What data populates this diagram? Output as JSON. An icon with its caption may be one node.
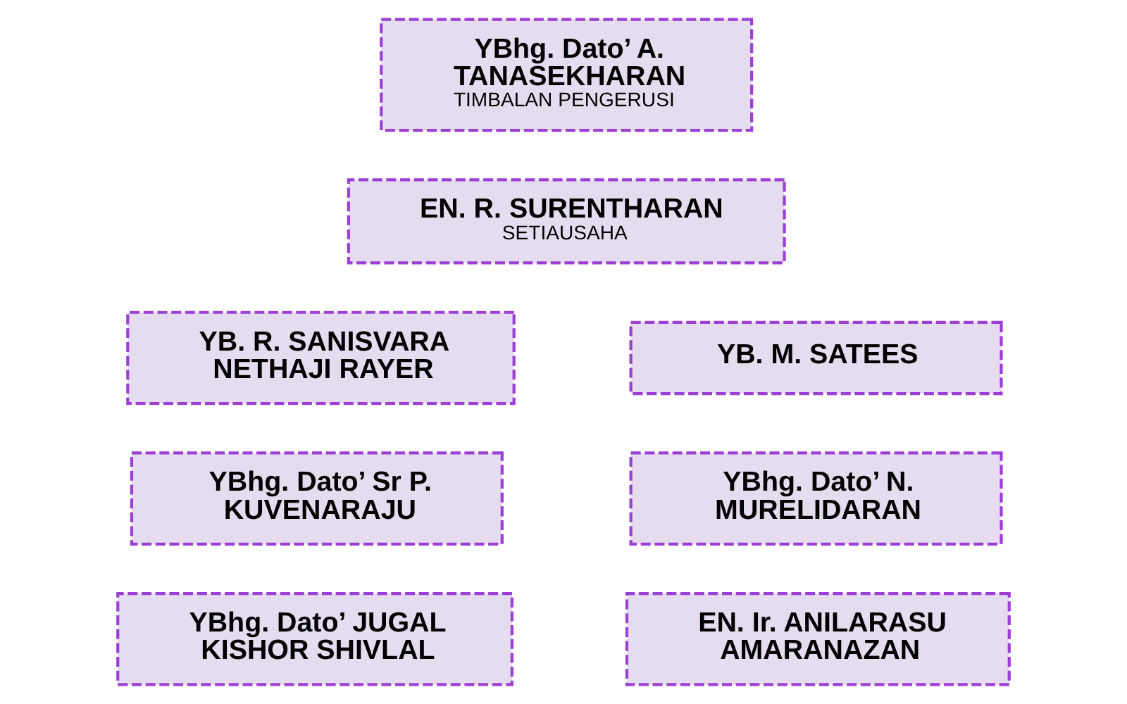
{
  "diagram": {
    "nodes": [
      {
        "text": [
          "YBhg. Dato’ A. TANASEKHARAN",
          "TIMBALAN PENGERUSI"
        ]
      },
      {
        "text": [
          "EN. R. SURENTHARAN",
          "SETIAUSAHA"
        ]
      },
      {
        "text": [
          "YB. R. SANISVARA NETHAJI RAYER"
        ]
      },
      {
        "text": [
          "YB. M. SATEES"
        ]
      },
      {
        "text": [
          "YBhg. Dato’ Sr P. KUVENARAJU"
        ]
      },
      {
        "text": [
          "YBhg. Dato’ N. MURELIDARAN"
        ]
      },
      {
        "text": [
          "YBhg. Dato’ JUGAL KISHOR SHIVLAL"
        ]
      },
      {
        "text": [
          "EN. Ir. ANILARASU AMARANAZAN"
        ]
      }
    ]
  }
}
